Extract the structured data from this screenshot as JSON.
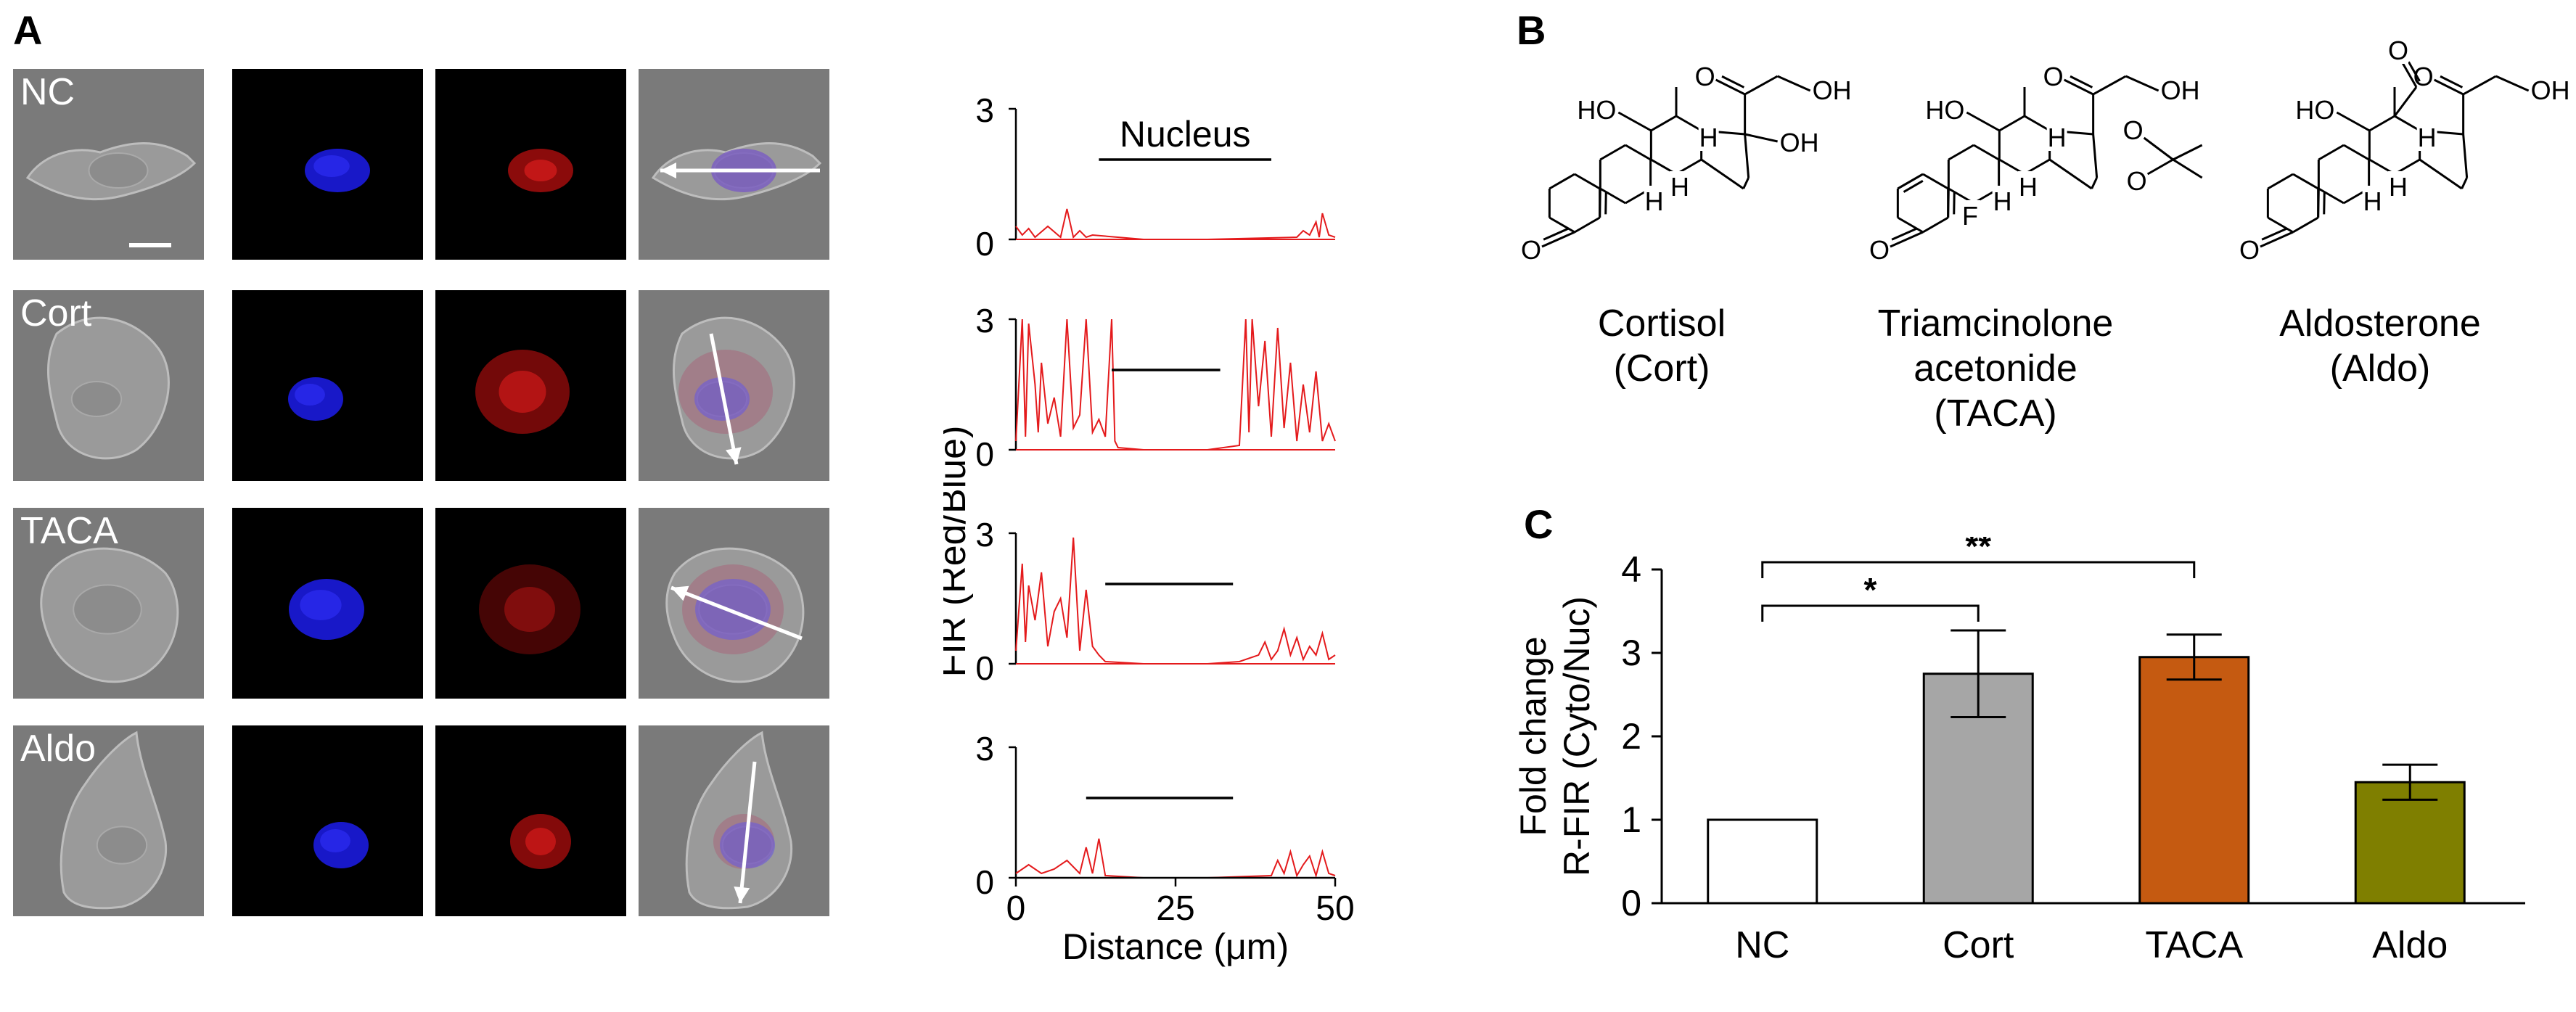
{
  "panels": {
    "a_label": "A",
    "b_label": "B",
    "c_label": "C"
  },
  "panel_a": {
    "rows": [
      {
        "label": "NC"
      },
      {
        "label": "Cort"
      },
      {
        "label": "TACA"
      },
      {
        "label": "Aldo"
      }
    ],
    "profile_annotation": "Nucleus",
    "ylabel": "FIR (Red/Blue)",
    "xlabel": "Distance (μm)",
    "xticks": [
      "0",
      "25",
      "50"
    ],
    "y_tick_top": "3",
    "y_tick_bottom": "0"
  },
  "panel_b": {
    "molecules": [
      {
        "name_line1": "Cortisol",
        "name_line2": "(Cort)",
        "name_line3": ""
      },
      {
        "name_line1": "Triamcinolone",
        "name_line2": "acetonide",
        "name_line3": "(TACA)"
      },
      {
        "name_line1": "Aldosterone",
        "name_line2": "(Aldo)",
        "name_line3": ""
      }
    ],
    "atom_labels": {
      "ho": "HO",
      "oh": "OH",
      "o": "O",
      "h": "H",
      "f": "F"
    }
  },
  "colors": {
    "nc": "#ffffff",
    "cort": "#a6a6a6",
    "taca": "#c55a11",
    "aldo": "#7f7f00",
    "profile_line": "#e41a1c"
  },
  "chart_data": [
    {
      "type": "line",
      "panel": "A",
      "xlabel": "Distance (μm)",
      "ylabel": "FIR (Red/Blue)",
      "xlim": [
        0,
        50
      ],
      "ylim": [
        0,
        3
      ],
      "xticks": [
        0,
        25,
        50
      ],
      "yticks": [
        0,
        3
      ],
      "series": [
        {
          "condition": "NC",
          "nucleus_start": 13,
          "nucleus_end": 40,
          "x": [
            0,
            1,
            2,
            3,
            5,
            7,
            8,
            9,
            10,
            11,
            12,
            20,
            30,
            44,
            45,
            46,
            47,
            47.5,
            48,
            49,
            50
          ],
          "y": [
            0.3,
            0.1,
            0.25,
            0.05,
            0.3,
            0.05,
            0.7,
            0.05,
            0.2,
            0.05,
            0.1,
            0,
            0,
            0.05,
            0.2,
            0.1,
            0.4,
            0.05,
            0.6,
            0.1,
            0.05
          ]
        },
        {
          "condition": "Cort",
          "nucleus_start": 15,
          "nucleus_end": 32,
          "x": [
            0,
            1,
            1.5,
            2,
            3,
            3.5,
            4,
            5,
            6,
            7,
            8,
            9,
            10,
            11,
            12,
            13,
            14,
            15,
            15.5,
            16,
            20,
            30,
            35,
            36,
            36.5,
            37,
            38,
            39,
            40,
            41,
            42,
            43,
            44,
            45,
            46,
            47,
            48,
            49,
            50
          ],
          "y": [
            0.2,
            3,
            0.3,
            2.9,
            1.5,
            0.4,
            2,
            0.6,
            1.2,
            0.3,
            3,
            0.5,
            0.8,
            3,
            0.4,
            0.7,
            0.3,
            3,
            0.2,
            0.05,
            0,
            0,
            0.1,
            3,
            0.4,
            3,
            1,
            2.5,
            0.3,
            2.8,
            0.5,
            2,
            0.2,
            1.5,
            0.4,
            1.8,
            0.2,
            0.6,
            0.2
          ]
        },
        {
          "condition": "TACA",
          "nucleus_start": 14,
          "nucleus_end": 34,
          "x": [
            0,
            1,
            1.5,
            2,
            3,
            4,
            5,
            6,
            7,
            8,
            9,
            10,
            11,
            12,
            13,
            14,
            20,
            25,
            30,
            35,
            38,
            39,
            40,
            41,
            42,
            43,
            44,
            45,
            46,
            47,
            48,
            49,
            50
          ],
          "y": [
            0.3,
            2.3,
            0.5,
            1.8,
            1,
            2.1,
            0.4,
            1.2,
            1.5,
            0.6,
            2.9,
            0.3,
            1.7,
            0.4,
            0.2,
            0.05,
            0,
            0,
            0,
            0.05,
            0.2,
            0.5,
            0.1,
            0.3,
            0.8,
            0.2,
            0.6,
            0.1,
            0.4,
            0.2,
            0.7,
            0.1,
            0.2
          ]
        },
        {
          "condition": "Aldo",
          "nucleus_start": 11,
          "nucleus_end": 34,
          "x": [
            0,
            2,
            4,
            6,
            8,
            10,
            11,
            12,
            13,
            14,
            20,
            30,
            40,
            41,
            42,
            43,
            44,
            45,
            46,
            47,
            48,
            49,
            50
          ],
          "y": [
            0.1,
            0.3,
            0.1,
            0.2,
            0.4,
            0.1,
            0.7,
            0.1,
            0.9,
            0.05,
            0,
            0,
            0.05,
            0.4,
            0.1,
            0.6,
            0.05,
            0.3,
            0.5,
            0.05,
            0.6,
            0.1,
            0.05
          ]
        }
      ]
    },
    {
      "type": "bar",
      "panel": "C",
      "categories": [
        "NC",
        "Cort",
        "TACA",
        "Aldo"
      ],
      "values": [
        1.0,
        2.75,
        2.95,
        1.45
      ],
      "errors": [
        0,
        0.52,
        0.27,
        0.21
      ],
      "ylabel_line1": "Fold change",
      "ylabel_line2": "R-FIR (Cyto/Nuc)",
      "ylim": [
        0,
        4
      ],
      "yticks": [
        0,
        1,
        2,
        3,
        4
      ],
      "significance": [
        {
          "from": "NC",
          "to": "Cort",
          "label": "*"
        },
        {
          "from": "NC",
          "to": "TACA",
          "label": "**"
        }
      ]
    }
  ]
}
